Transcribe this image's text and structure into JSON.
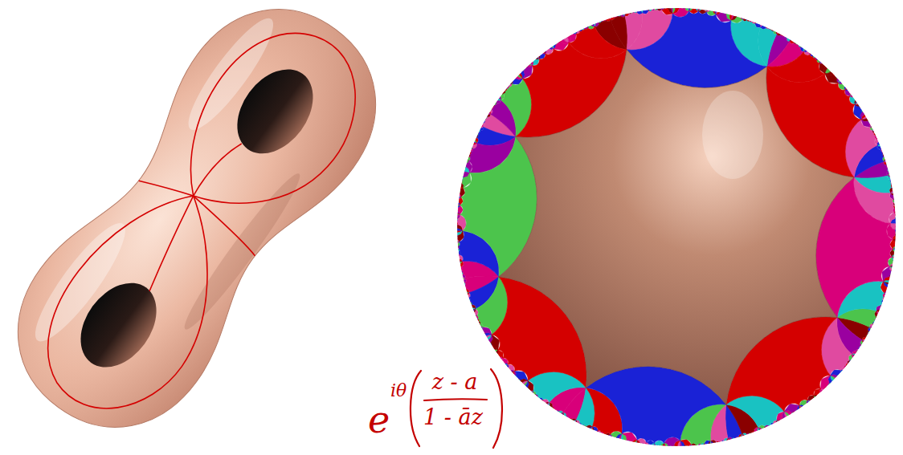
{
  "diagram": {
    "labels": [
      "e",
      "iθ",
      "z - a",
      "1 - āz"
    ]
  }
}
